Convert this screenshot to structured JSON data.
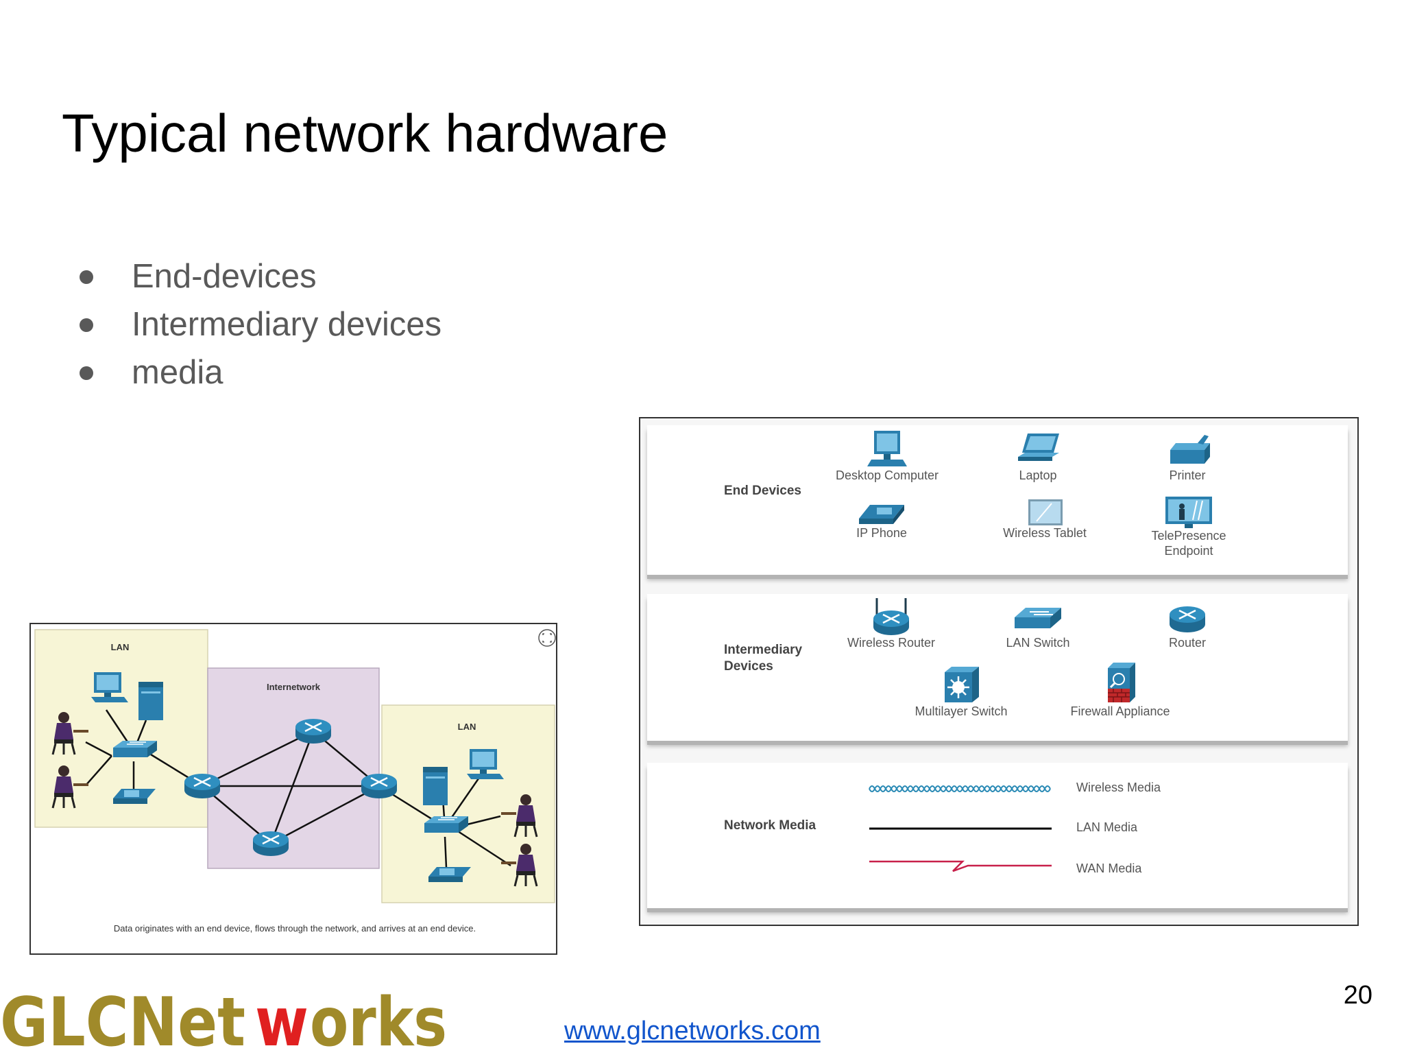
{
  "slide": {
    "title": "Typical network hardware",
    "bullets": [
      "End-devices",
      "Intermediary devices",
      "media"
    ],
    "page_number": "20",
    "website": "www.glcnetworks.com",
    "logo_text": "GLCNetworks"
  },
  "network_diagram": {
    "zones": {
      "lan_left": "LAN",
      "internetwork": "Internetwork",
      "lan_right": "LAN"
    },
    "caption": "Data originates with an end device, flows through the network, and arrives at an end device."
  },
  "legend": {
    "end_devices": {
      "title": "End Devices",
      "items": [
        {
          "label": "Desktop Computer",
          "icon": "desktop-icon"
        },
        {
          "label": "Laptop",
          "icon": "laptop-icon"
        },
        {
          "label": "Printer",
          "icon": "printer-icon"
        },
        {
          "label": "IP Phone",
          "icon": "ip-phone-icon"
        },
        {
          "label": "Wireless Tablet",
          "icon": "tablet-icon"
        },
        {
          "label": "TelePresence",
          "label2": "Endpoint",
          "icon": "telepresence-icon"
        }
      ]
    },
    "intermediary_devices": {
      "title_line1": "Intermediary",
      "title_line2": "Devices",
      "items": [
        {
          "label": "Wireless Router",
          "icon": "wireless-router-icon"
        },
        {
          "label": "LAN Switch",
          "icon": "lan-switch-icon"
        },
        {
          "label": "Router",
          "icon": "router-icon"
        },
        {
          "label": "Multilayer Switch",
          "icon": "multilayer-switch-icon"
        },
        {
          "label": "Firewall Appliance",
          "icon": "firewall-icon"
        }
      ]
    },
    "network_media": {
      "title": "Network Media",
      "items": [
        {
          "label": "Wireless Media",
          "color": "#2a8ab5"
        },
        {
          "label": "LAN Media",
          "color": "#000000"
        },
        {
          "label": "WAN Media",
          "color": "#c8204a"
        }
      ]
    }
  },
  "colors": {
    "device_blue": "#2a7fae",
    "lan_zone": "#f7f5d6",
    "internetwork_zone": "#e3d6e6",
    "logo_gold": "#a08a2a",
    "logo_red": "#e02020",
    "link": "#1155cc"
  }
}
